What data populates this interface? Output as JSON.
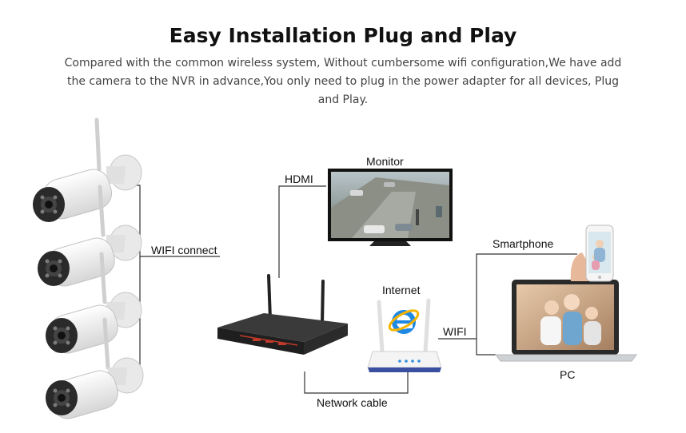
{
  "header": {
    "title": "Easy Installation Plug and Play",
    "description": "Compared with the common wireless system, Without cumbersome wifi configuration,We have add the camera to the NVR in advance,You only need to plug in the power adapter for all devices, Plug and Play."
  },
  "labels": {
    "wifi_connect": "WIFI connect",
    "hdmi": "HDMI",
    "monitor": "Monitor",
    "internet": "Internet",
    "wifi": "WIFI",
    "smartphone": "Smartphone",
    "pc": "PC",
    "network_cable": "Network cable"
  },
  "devices": {
    "camera_count": 4,
    "camera_icon": "bullet-camera-icon",
    "nvr_icon": "nvr-recorder-icon",
    "router_icon": "wifi-router-icon",
    "internet_icon": "internet-explorer-icon",
    "monitor_icon": "monitor-icon",
    "smartphone_icon": "smartphone-icon",
    "pc_icon": "laptop-icon"
  },
  "colors": {
    "line": "#333333",
    "camera_body": "#f2f2f2",
    "nvr_body": "#2b2b2b",
    "nvr_accent": "#c0392b",
    "router_body": "#f4f4f4",
    "ie_blue": "#1e88e5",
    "ie_ring": "#f5b400"
  }
}
